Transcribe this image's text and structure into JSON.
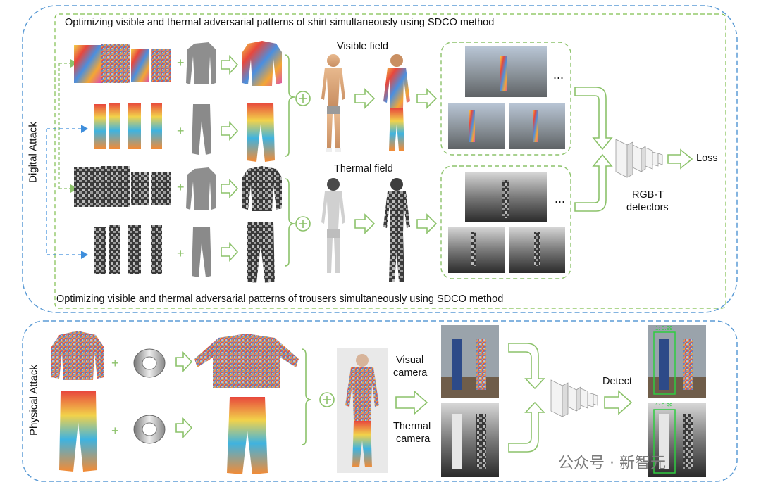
{
  "digital": {
    "side_label": "Digital Attack",
    "top_caption": "Optimizing visible and thermal adversarial patterns of shirt simultaneously using SDCO method",
    "bottom_caption": "Optimizing visible and thermal adversarial patterns of  trousers simultaneously using SDCO method",
    "visible_field": "Visible field",
    "thermal_field": "Thermal field",
    "ellipsis_top": "...",
    "ellipsis_bottom": "...",
    "detectors_line1": "RGB-T",
    "detectors_line2": "detectors",
    "loss": "Loss"
  },
  "physical": {
    "side_label": "Physical Attack",
    "visual_camera_line1": "Visual",
    "visual_camera_line2": "camera",
    "thermal_camera_line1": "Thermal",
    "thermal_camera_line2": "camera",
    "detect": "Detect",
    "watermark": "公众号 · 新智元",
    "box_top": "1: 0.99",
    "box_bottom": "1: 0.99"
  },
  "colors": {
    "panel_border": "#5b9bd5",
    "inner_border": "#7fbf4d",
    "arrow_green": "#8cc26a",
    "arrow_blue": "#3e8edc"
  }
}
